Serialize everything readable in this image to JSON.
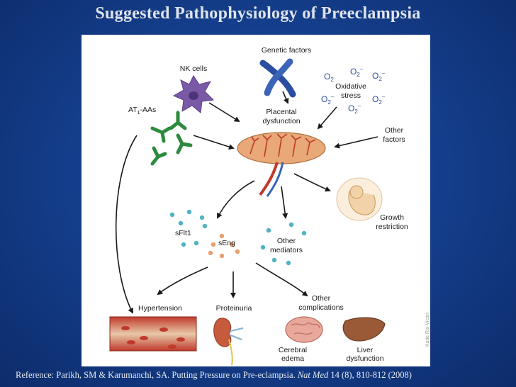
{
  "slide": {
    "title": "Suggested Pathophysiology of Preeclampsia"
  },
  "diagram": {
    "top_factors": {
      "nk_cells": "NK cells",
      "genetic_factors": "Genetic factors",
      "oxidative_line1": "Oxidative",
      "oxidative_line2": "stress",
      "oxygen_symbol": "O",
      "oxygen_sub": "2",
      "oxygen_sup": "–",
      "at1_prefix": "AT",
      "at1_sub": "1",
      "at1_suffix": "-AAs",
      "other_factors_line1": "Other",
      "other_factors_line2": "factors"
    },
    "center": {
      "placental_line1": "Placental",
      "placental_line2": "dysfunction"
    },
    "mediators": {
      "sflt1": "sFlt1",
      "seng": "sEng",
      "other_line1": "Other",
      "other_line2": "mediators",
      "growth_line1": "Growth",
      "growth_line2": "restriction"
    },
    "outcomes": {
      "hypertension": "Hypertension",
      "proteinuria": "Proteinuria",
      "other_compl_line1": "Other",
      "other_compl_line2": "complications",
      "cerebral_line1": "Cerebral",
      "cerebral_line2": "edema",
      "liver_line1": "Liver",
      "liver_line2": "dysfunction"
    },
    "credit": "Katie Ris-Vicari",
    "colors": {
      "antibody": "#2e8b3e",
      "nk_cell": "#7a5aa6",
      "chromosome": "#2a4fa0",
      "oxygen": "#2a4fa0",
      "placenta": "#e8a878",
      "mediator_dot_teal": "#4fb3c4",
      "mediator_dot_orange": "#e8a070",
      "vessel": "#c0392b",
      "background": "#15408f"
    }
  },
  "reference": {
    "prefix": "Reference: Parikh, SM & Karumanchi, SA. Putting Pressure on Pre-eclampsia. ",
    "journal": "Nat Med",
    "suffix": " 14 (8), 810-812 (2008)"
  }
}
